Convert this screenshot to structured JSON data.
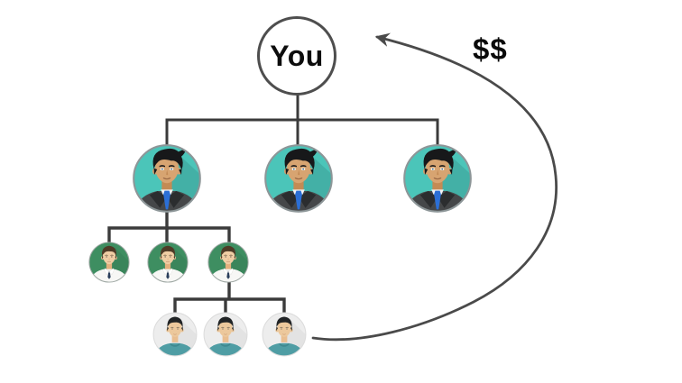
{
  "diagram": {
    "you_label": "You",
    "money_label": "$$",
    "levels": [
      {
        "name": "root",
        "node_count": 1,
        "node_style": "outlined white circle with text label"
      },
      {
        "name": "level-2",
        "node_count": 3,
        "node_style": "businessman avatar in suit and blue tie, teal circle background"
      },
      {
        "name": "level-3",
        "node_count": 3,
        "node_style": "man in white shirt and navy tie, green circle background"
      },
      {
        "name": "level-4",
        "node_count": 3,
        "node_style": "man in teal sweater, light gray circle background"
      }
    ],
    "connections": {
      "root_children": 3,
      "level3_parent": "level-2 node 1",
      "level4_parent": "level-3 node 3"
    },
    "money_arrow": {
      "label": "$$",
      "from": "bottom level",
      "to": "You",
      "shape": "large clockwise curve with arrowhead"
    },
    "colors": {
      "connector_line": "#3b3b3b",
      "arrow": "#4a4a4a",
      "level2_bg": "#4bc5b9",
      "level3_bg": "#3e8e61",
      "level4_bg": "#ededed",
      "background": "#ffffff"
    }
  }
}
